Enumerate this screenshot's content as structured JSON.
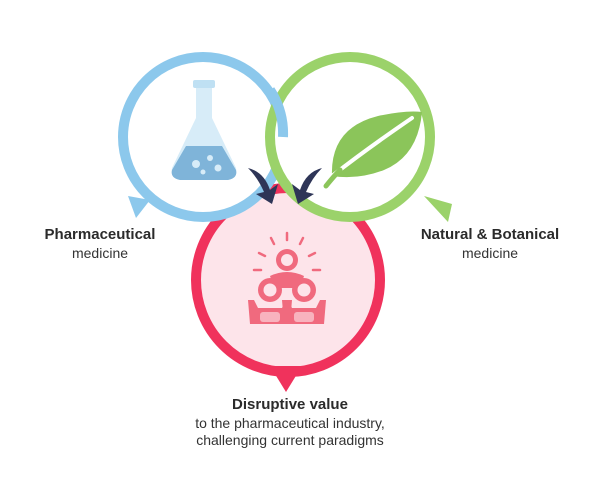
{
  "colors": {
    "pharma_blue": "#8cc8ec",
    "natural_green": "#9bd26a",
    "disruptive_red": "#f0325c",
    "disruptive_fill": "#fde4ea",
    "arrow_navy": "#2e3557",
    "icon_pink": "#f06a7e"
  },
  "icons": {
    "pharma": "flask-icon",
    "natural": "leaf-icon",
    "disruptive": "team-celebration-icon",
    "connector": "curved-arrow-icon"
  },
  "pharma": {
    "title": "Pharmaceutical",
    "subtitle": "medicine"
  },
  "natural": {
    "title": "Natural & Botanical",
    "subtitle": "medicine"
  },
  "disruptive": {
    "title": "Disruptive value",
    "line1": "to the pharmaceutical industry,",
    "line2": "challenging current paradigms"
  }
}
